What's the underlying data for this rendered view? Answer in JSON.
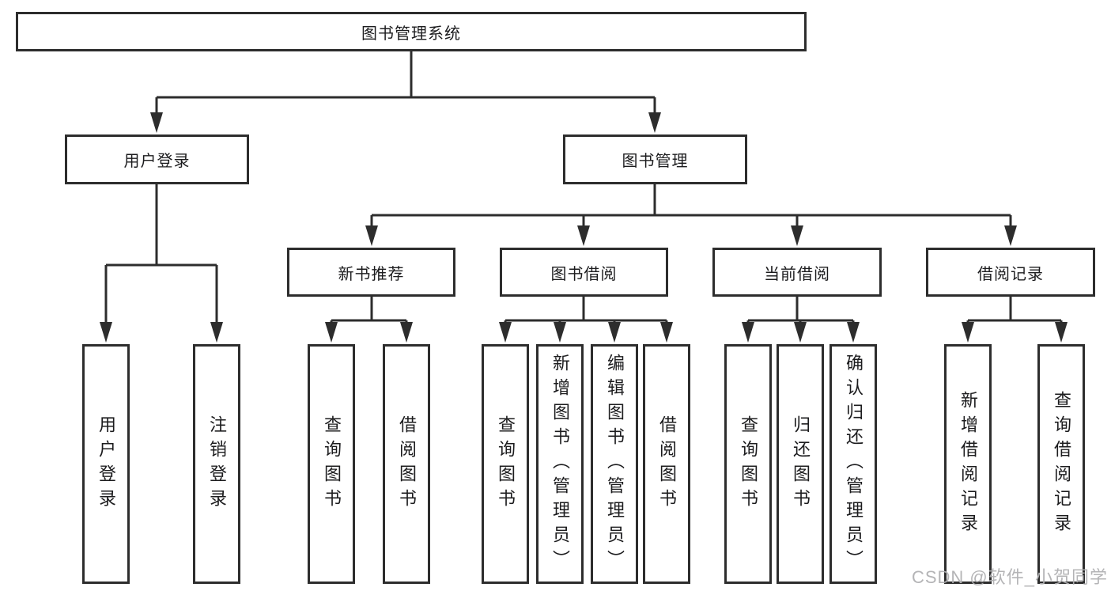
{
  "tree": {
    "root": {
      "label": "图书管理系统",
      "children": [
        {
          "label": "用户登录",
          "children": [
            {
              "label": "用户登录"
            },
            {
              "label": "注销登录"
            }
          ]
        },
        {
          "label": "图书管理",
          "children": [
            {
              "label": "新书推荐",
              "children": [
                {
                  "label": "查询图书"
                },
                {
                  "label": "借阅图书"
                }
              ]
            },
            {
              "label": "图书借阅",
              "children": [
                {
                  "label": "查询图书"
                },
                {
                  "label": "新增图书（管理员）"
                },
                {
                  "label": "编辑图书（管理员）"
                },
                {
                  "label": "借阅图书"
                }
              ]
            },
            {
              "label": "当前借阅",
              "children": [
                {
                  "label": "查询图书"
                },
                {
                  "label": "归还图书"
                },
                {
                  "label": "确认归还（管理员）"
                }
              ]
            },
            {
              "label": "借阅记录",
              "children": [
                {
                  "label": "新增借阅记录"
                },
                {
                  "label": "查询借阅记录"
                }
              ]
            }
          ]
        }
      ]
    }
  },
  "colors": {
    "line": "#2d2d2d",
    "text": "#1c1c1e",
    "watermark": "#b0b0b2"
  },
  "watermark": {
    "text": "CSDN @软件_小贺同学"
  }
}
